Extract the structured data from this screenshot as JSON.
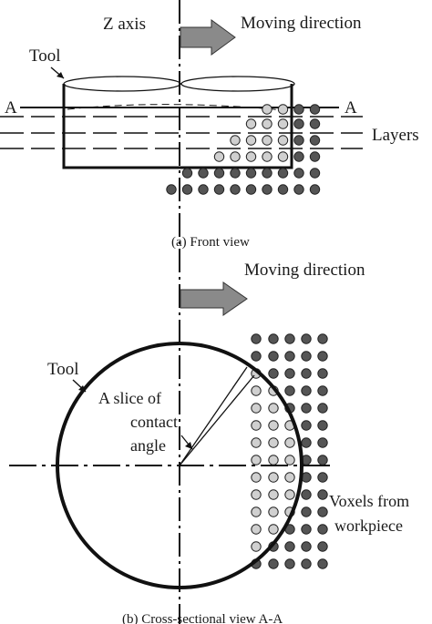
{
  "front_view": {
    "z_axis_label": "Z axis",
    "moving_direction_label": "Moving direction",
    "tool_label": "Tool",
    "section_left_label": "A",
    "section_right_label": "A",
    "layers_label": "Layers",
    "caption": "(a) Front view"
  },
  "cross_section": {
    "moving_direction_label": "Moving direction",
    "tool_label": "Tool",
    "slice_label_line1": "A slice of",
    "slice_label_line2": "contact",
    "slice_label_line3": "angle",
    "voxels_label_line1": "Voxels from",
    "voxels_label_line2": "workpiece",
    "caption": "(b) Cross-sectional view A-A"
  },
  "colors": {
    "line": "#111111",
    "voxel_workpiece": "#555555",
    "voxel_contact": "#d0d0d0",
    "arrow_fill": "#8a8a8a"
  }
}
